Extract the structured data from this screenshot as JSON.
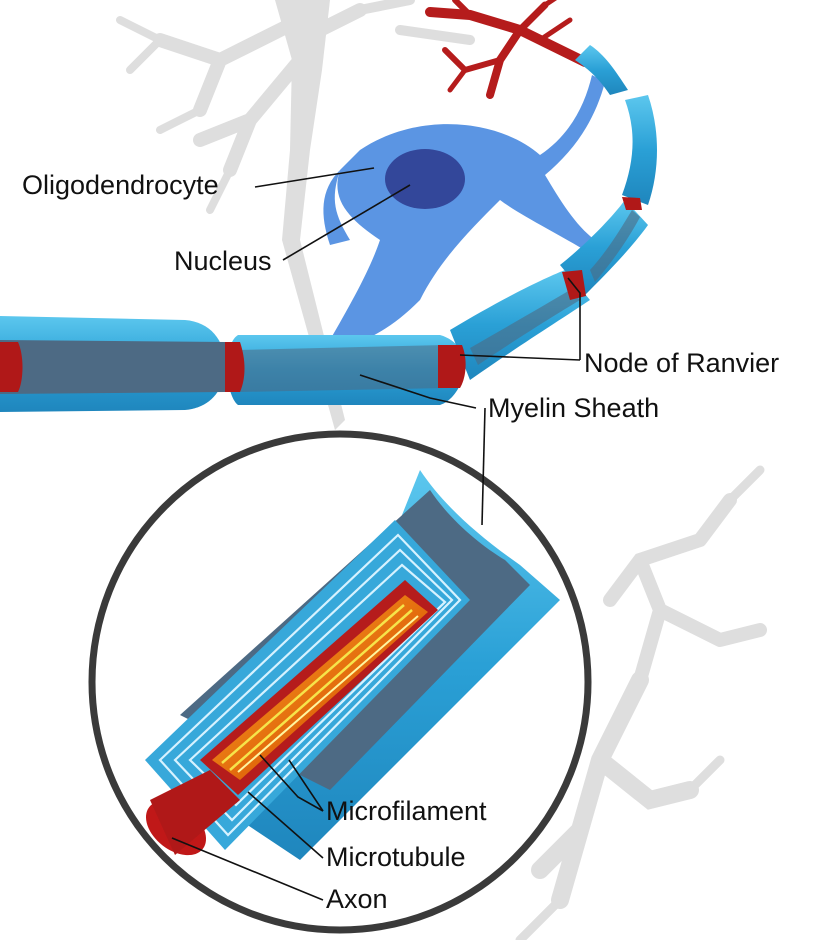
{
  "labels": {
    "oligodendrocyte": "Oligodendrocyte",
    "nucleus": "Nucleus",
    "node_of_ranvier": "Node of Ranvier",
    "myelin_sheath": "Myelin Sheath",
    "microfilament": "Microfilament",
    "microtubule": "Microtubule",
    "axon": "Axon"
  },
  "colors": {
    "background": "#ffffff",
    "background_neuron": "#dcdcdc",
    "myelin_light": "#3fb3e0",
    "myelin_dark": "#2a8dc0",
    "axon_core": "#4d6a84",
    "node": "#b01818",
    "oligodendrocyte_body": "#4f8fe0",
    "nucleus": "#33479a",
    "dendrite_red": "#b51c1c",
    "lens_ring": "#3a3a3a",
    "microtubule": "#f28a12",
    "microfilament": "#f6e44a"
  },
  "icons": [
    "neuron-silhouette",
    "oligodendrocyte",
    "myelinated-axon",
    "magnifier-lens"
  ]
}
